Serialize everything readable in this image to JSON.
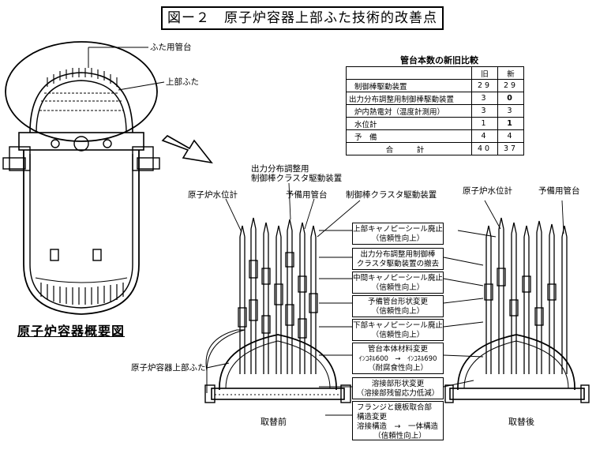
{
  "title": "図ー２　原子炉容器上部ふた技術的改善点",
  "overview": {
    "caption": "原子炉容器概要図",
    "labels": {
      "nozzle": "ふた用管台",
      "upper_head": "上部ふた"
    }
  },
  "table": {
    "title": "管台本数の新旧比較",
    "headers": [
      "旧",
      "新"
    ],
    "rows": [
      {
        "label": "制御棒駆動装置",
        "old": "29",
        "new": "29"
      },
      {
        "label": "出力分布調整用制御棒駆動装置",
        "old": "3",
        "new": "0"
      },
      {
        "label": "炉内熱電対（温度計測用）",
        "old": "3",
        "new": "3"
      },
      {
        "label": "水位計",
        "old": "1",
        "new": "1"
      },
      {
        "label": "予　備",
        "old": "4",
        "new": "4"
      },
      {
        "label": "合　計",
        "old": "40",
        "new": "37"
      }
    ]
  },
  "before_labels": {
    "water_level": "原子炉水位計",
    "cluster_top": "出力分布調整用",
    "cluster_bottom": "制御棒クラスタ駆動装置",
    "spare": "予備用管台",
    "crdm": "制御棒クラスタ駆動装置",
    "head": "原子炉容器上部ふた",
    "caption": "取替前"
  },
  "after_labels": {
    "water_level": "原子炉水位計",
    "spare": "予備用管台",
    "caption": "取替後"
  },
  "improvements": [
    {
      "title": "上部キャノピーシール廃止",
      "sub": [
        "（信頼性向上）"
      ]
    },
    {
      "title": "出力分布調整用制御棒",
      "sub": [
        "クラスタ駆動装置の撤去"
      ]
    },
    {
      "title": "中間キャノピーシール廃止",
      "sub": [
        "（信頼性向上）"
      ]
    },
    {
      "title": "予備管台形状変更",
      "sub": [
        "（信頼性向上）"
      ]
    },
    {
      "title": "下部キャノピーシール廃止",
      "sub": [
        "（信頼性向上）"
      ]
    },
    {
      "title": "管台本体材料変更",
      "sub": [
        "ｲﾝｺﾈﾙ600　→　ｲﾝｺﾈﾙ690",
        "（耐腐食性向上）"
      ]
    },
    {
      "title": "溶接部形状変更",
      "sub": [
        "（溶接部残留応力低減）"
      ]
    },
    {
      "title": "フランジと鏡板取合部",
      "sub": [
        "構造変更",
        "溶接構造　→　一体構造",
        "（信頼性向上）"
      ]
    }
  ]
}
